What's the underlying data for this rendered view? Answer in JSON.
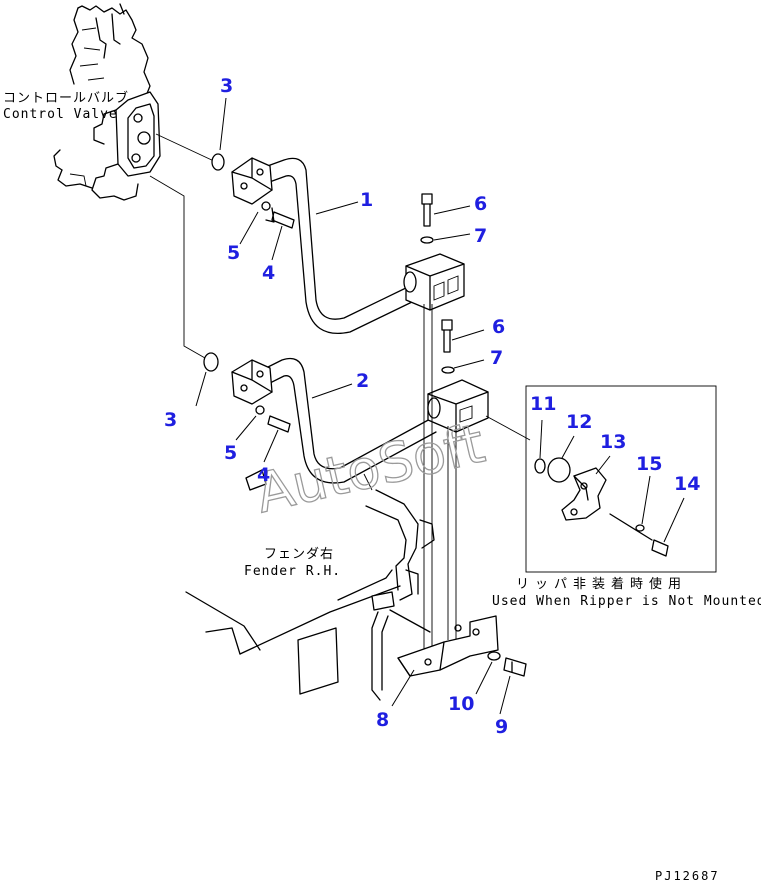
{
  "labels": {
    "control_valve_jp": "コントロールバルブ",
    "control_valve_en": "Control Valve",
    "fender_jp": "フェンダ右",
    "fender_en": "Fender R.H.",
    "ripper_note_jp": "リッパ非装着時使用",
    "ripper_note_en": "Used When Ripper is Not Mounted",
    "drawing_code": "PJ12687",
    "watermark": "AutoSoft"
  },
  "callouts": [
    "1",
    "2",
    "3",
    "3",
    "4",
    "4",
    "5",
    "5",
    "6",
    "6",
    "7",
    "7",
    "8",
    "9",
    "10",
    "11",
    "12",
    "13",
    "14",
    "15"
  ],
  "colors": {
    "callout": "#1f1fe0",
    "line": "#000000",
    "watermark": "#9a9a9a"
  }
}
